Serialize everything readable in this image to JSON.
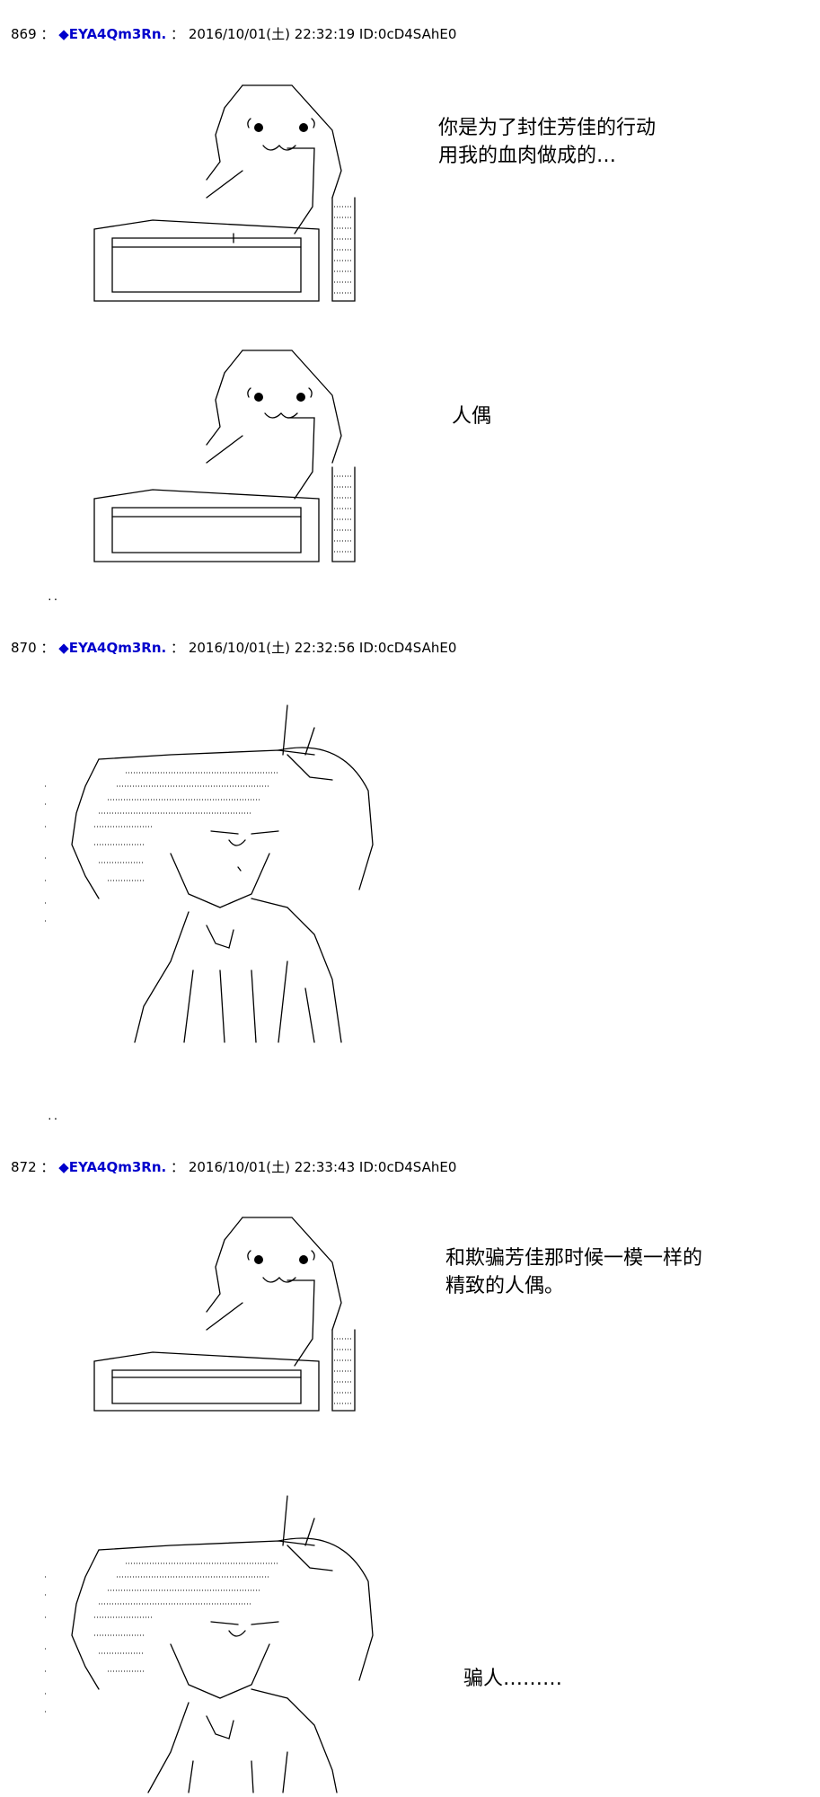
{
  "posts": [
    {
      "number": "869",
      "separator": "：",
      "diamond": "◆",
      "name": "EYA4Qm3Rn.",
      "colon": "：",
      "datetime": "2016/10/01(土) 22:32:19",
      "id": "ID:0cD4SAhE0"
    },
    {
      "number": "870",
      "separator": "：",
      "diamond": "◆",
      "name": "EYA4Qm3Rn.",
      "colon": "：",
      "datetime": "2016/10/01(土) 22:32:56",
      "id": "ID:0cD4SAhE0"
    },
    {
      "number": "872",
      "separator": "：",
      "diamond": "◆",
      "name": "EYA4Qm3Rn.",
      "colon": "：",
      "datetime": "2016/10/01(土) 22:33:43",
      "id": "ID:0cD4SAhE0"
    }
  ],
  "dialog": {
    "line1a": "你是为了封住芳佳的行动",
    "line1b": "用我的血肉做成的…",
    "line2": "人偶",
    "line3a": "和欺骗芳佳那时候一模一样的",
    "line3b": "精致的人偶。",
    "line4": "骗人………"
  },
  "separator_dots": ".."
}
